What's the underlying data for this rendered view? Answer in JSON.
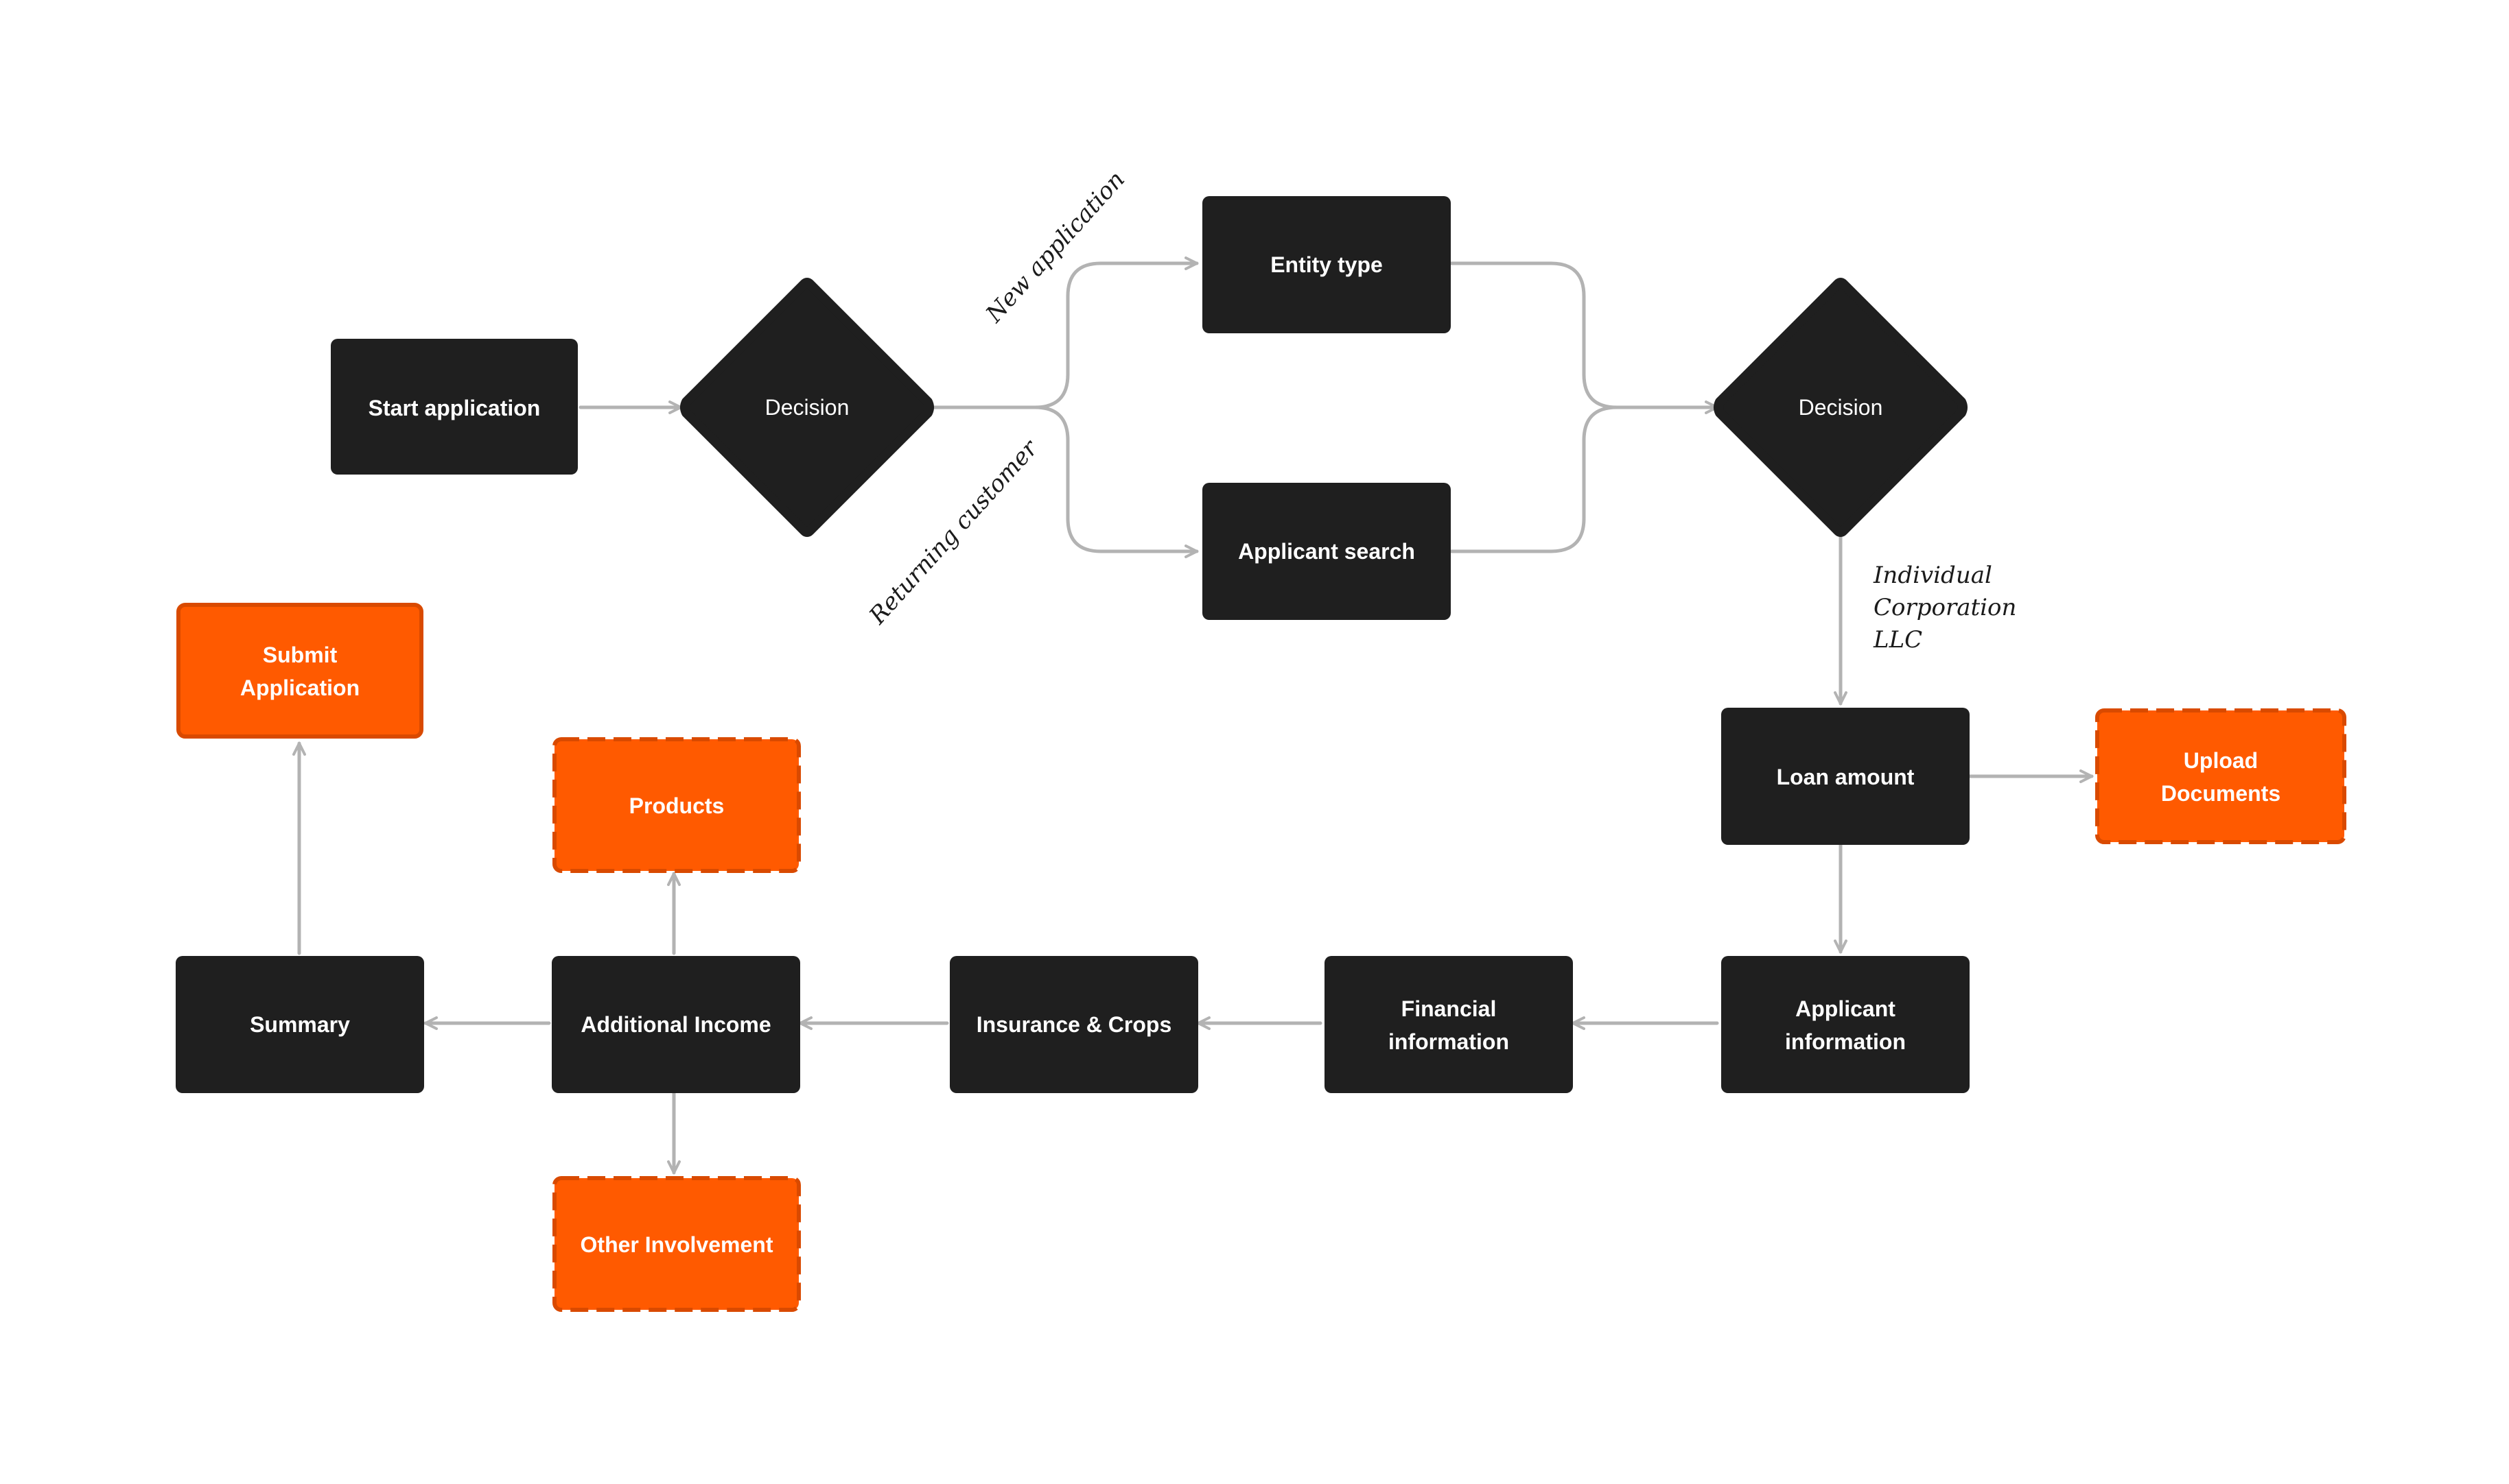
{
  "colors": {
    "node_dark": "#1f1f1f",
    "node_accent": "#ff5a00",
    "node_accent_border": "#d94a00",
    "connector": "#b3b3b3",
    "background": "#ffffff"
  },
  "nodes": {
    "start": "Start application",
    "decision1": "Decision",
    "entity_type": "Entity type",
    "applicant_search": "Applicant search",
    "decision2": "Decision",
    "loan_amount": "Loan amount",
    "upload_documents": [
      "Upload",
      "Documents"
    ],
    "applicant_information": [
      "Applicant",
      "information"
    ],
    "financial_information": [
      "Financial",
      "information"
    ],
    "insurance_crops": "Insurance & Crops",
    "additional_income": "Additional Income",
    "products": "Products",
    "other_involvement": "Other Involvement",
    "summary": "Summary",
    "submit_application": [
      "Submit",
      "Application"
    ]
  },
  "edge_labels": {
    "new_application": "New application",
    "returning_customer": "Returning customer",
    "entity_options": [
      "Individual",
      "Corporation",
      "LLC"
    ]
  }
}
